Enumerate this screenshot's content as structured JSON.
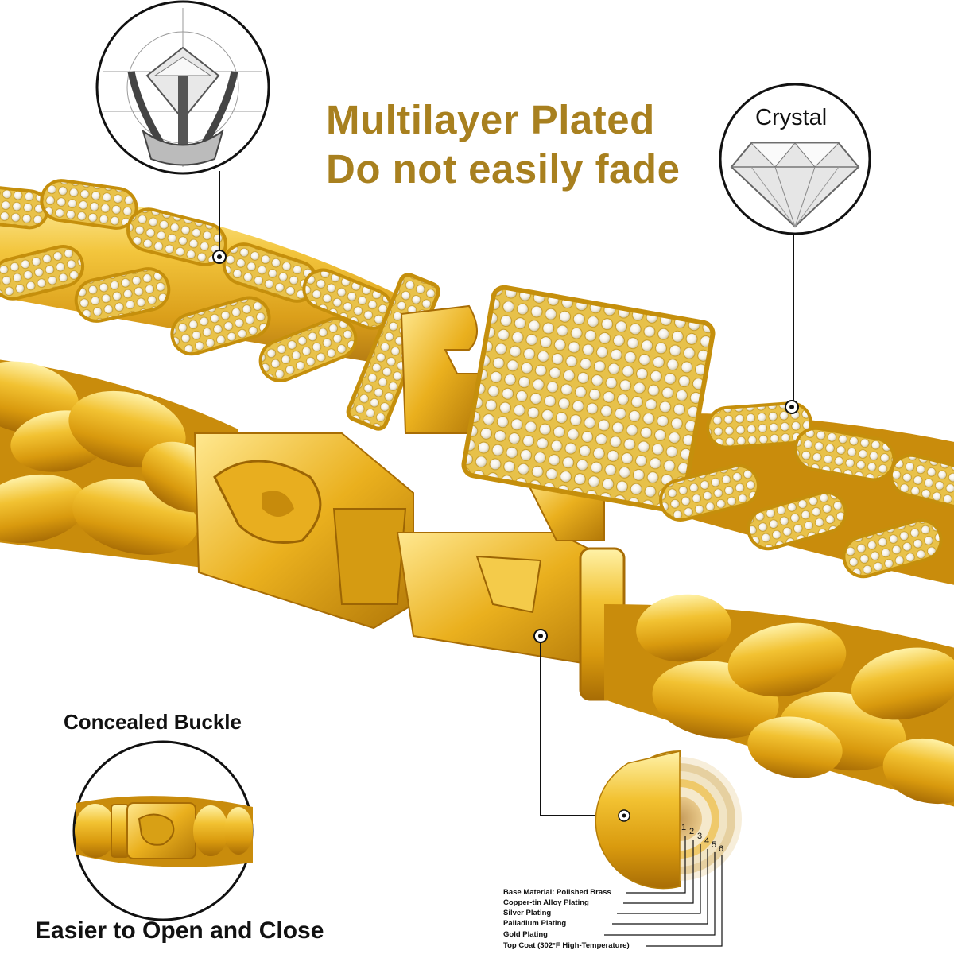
{
  "headline": {
    "line1": "Multilayer Plated",
    "line2": "Do not easily fade"
  },
  "callouts": {
    "crystal": "Crystal",
    "concealed_buckle": "Concealed Buckle",
    "easier": "Easier to Open and Close"
  },
  "layers": {
    "numbers": [
      "1",
      "2",
      "3",
      "4",
      "5",
      "6"
    ],
    "labels": [
      "Base Material: Polished Brass",
      "Copper-tin Alloy Plating",
      "Silver Plating",
      "Palladium Plating",
      "Gold Plating",
      "Top Coat (302°F High-Temperature)"
    ]
  },
  "colors": {
    "gold": "#e8b21c",
    "gold_dark": "#b57d08",
    "gold_light": "#ffe27a",
    "headline": "#a8801f"
  },
  "icons": [
    "prong-setting-icon",
    "crystal-gem-icon",
    "buckle-closeup-icon",
    "layer-cross-section-icon"
  ]
}
